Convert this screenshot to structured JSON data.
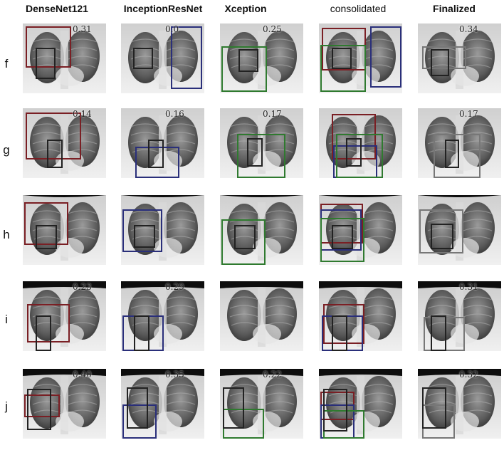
{
  "columns": [
    "DenseNet121",
    "InceptionResNet",
    "Xception",
    "consolidated",
    "Finalized"
  ],
  "rows": [
    {
      "label": "f",
      "scores": [
        "0.31",
        "0.0",
        "0.25",
        "",
        "0.34"
      ]
    },
    {
      "label": "g",
      "scores": [
        "0.14",
        "0.16",
        "0.17",
        "",
        "0.17"
      ]
    },
    {
      "label": "h",
      "scores": [
        "",
        "",
        "",
        "",
        ""
      ]
    },
    {
      "label": "i",
      "scores": [
        "0.23",
        "0.29",
        "",
        "",
        "0.31"
      ]
    },
    {
      "label": "j",
      "scores": [
        "0.40",
        "0.35",
        "0.22",
        "",
        "0.32"
      ]
    }
  ],
  "box_colors": {
    "ground_truth": "#222222",
    "densenet": "#7a1f24",
    "inceptionresnet": "#2a2f7a",
    "xception": "#2f7a2f",
    "finalized": "#777777"
  }
}
